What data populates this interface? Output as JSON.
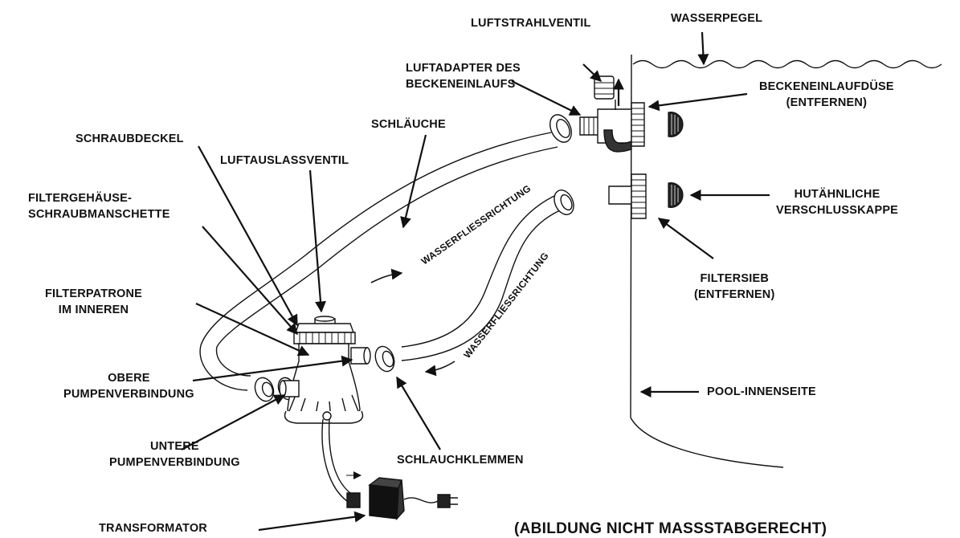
{
  "labels": {
    "luftstrahlventil": "LUFTSTRAHLVENTIL",
    "wasserpegel": "WASSERPEGEL",
    "luftadapter_1": "LUFTADAPTER DES",
    "luftadapter_2": "BECKENEINLAUFS",
    "beckeneinlaufduese_1": "BECKENEINLAUFDÜSE",
    "beckeneinlaufduese_2": "(ENTFERNEN)",
    "schlaeuche": "SCHLÄUCHE",
    "schraubdeckel": "SCHRAUBDECKEL",
    "luftauslassventil": "LUFTAUSLASSVENTIL",
    "filtergehaeuse_1": "FILTERGEHÄUSE-",
    "filtergehaeuse_2": "SCHRAUBMANSCHETTE",
    "verschlusskappe_1": "HUTÄHNLICHE",
    "verschlusskappe_2": "VERSCHLUSSKAPPE",
    "filterpatrone_1": "FILTERPATRONE",
    "filterpatrone_2": "IM INNEREN",
    "filtersieb_1": "FILTERSIEB",
    "filtersieb_2": "(ENTFERNEN)",
    "obere_1": "OBERE",
    "obere_2": "PUMPENVERBINDUNG",
    "pool_innenseite": "POOL-INNENSEITE",
    "untere_1": "UNTERE",
    "untere_2": "PUMPENVERBINDUNG",
    "schlauchklemmen": "SCHLAUCHKLEMMEN",
    "transformator": "TRANSFORMATOR"
  },
  "flow_direction_text": "WASSERFLIESSRICHTUNG",
  "scale_note": "(ABILDUNG NICHT MASSSTABGERECHT)"
}
